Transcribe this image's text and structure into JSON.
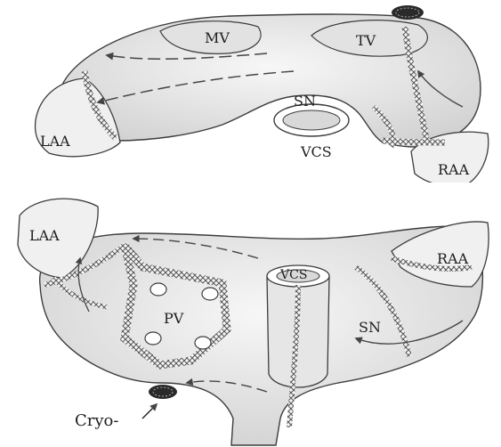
{
  "labels": {
    "mv": "MV",
    "tv": "TV",
    "sn_top": "SN",
    "vcs_top": "VCS",
    "laa_top": "LAA",
    "raa_top": "RAA",
    "laa_bottom": "LAA",
    "raa_bottom": "RAA",
    "vcs_bottom": "VCS",
    "pv": "PV",
    "sn_bottom": "SN",
    "cryo": "Cryo-"
  },
  "colors": {
    "tissue_fill": "#ececec",
    "tissue_shade": "#d2d2d2",
    "outline": "#3c3c3c",
    "lesion": "#8a8a8a",
    "cryo_probe": "#2a2a2a"
  },
  "icons": {
    "cryo_probe_top": "cryo-probe-icon",
    "cryo_probe_bottom": "cryo-probe-icon"
  }
}
